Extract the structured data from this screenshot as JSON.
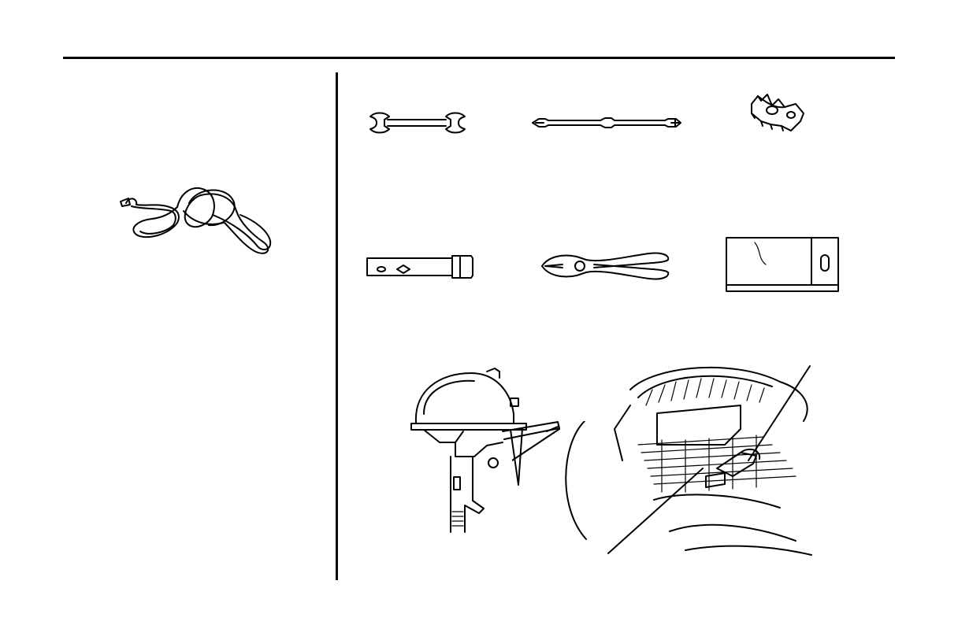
{
  "page": {
    "illustrations": [
      {
        "id": "rope",
        "icon": "emergency-starter-rope-icon"
      },
      {
        "id": "open-end-wrench",
        "icon": "open-end-wrench-icon"
      },
      {
        "id": "screwdriver",
        "icon": "screwdriver-icon"
      },
      {
        "id": "clip",
        "icon": "lanyard-clip-icon"
      },
      {
        "id": "spark-plug-wrench",
        "icon": "spark-plug-wrench-icon"
      },
      {
        "id": "pliers",
        "icon": "pliers-icon"
      },
      {
        "id": "tool-bag",
        "icon": "tool-bag-icon"
      },
      {
        "id": "outboard-motor",
        "icon": "outboard-motor-icon"
      },
      {
        "id": "clip-location-detail",
        "icon": "clip-location-detail-icon"
      }
    ]
  }
}
